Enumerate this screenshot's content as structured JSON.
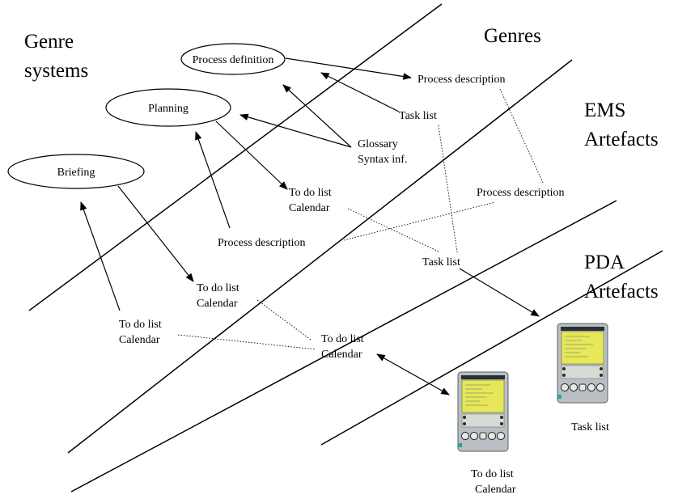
{
  "headings": {
    "genre_systems_1": "Genre",
    "genre_systems_2": "systems",
    "genres": "Genres",
    "ems_1": "EMS",
    "ems_2": "Artefacts",
    "pda_1": "PDA",
    "pda_2": "Artefacts"
  },
  "genre_systems": {
    "process_definition": "Process definition",
    "planning": "Planning",
    "briefing": "Briefing"
  },
  "genres": {
    "process_description": "Process description",
    "task_list": "Task list",
    "glossary": "Glossary",
    "syntax_inf": "Syntax inf.",
    "todo_a": "To do list",
    "calendar_a": "Calendar",
    "process_description_b": "Process description",
    "todo_b": "To do list",
    "calendar_b": "Calendar",
    "todo_c": "To do list",
    "calendar_c": "Calendar"
  },
  "ems_artefacts": {
    "process_description": "Process description",
    "task_list": "Task list",
    "todo": "To do list",
    "calendar": "Calendar"
  },
  "pda_artefacts": {
    "task_list_label": "Task list",
    "todo_label": "To do list",
    "calendar_label": "Calendar",
    "device_icon": "pda-device-icon"
  },
  "colors": {
    "pda_body": "#b9bfc4",
    "pda_screen": "#e6e85a",
    "pda_outline": "#5a6066"
  }
}
